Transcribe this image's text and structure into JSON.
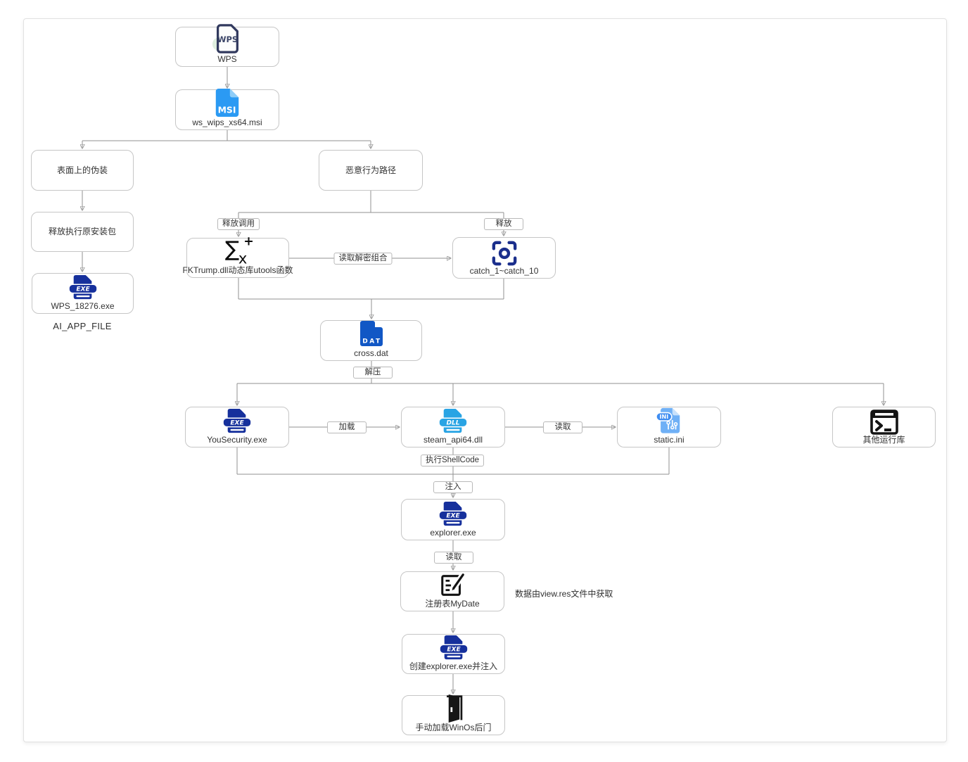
{
  "diagram": {
    "nodes": {
      "wps": {
        "label": "WPS"
      },
      "msi": {
        "label": "ws_wips_xs64.msi"
      },
      "disguise": {
        "label": "表面上的伪装"
      },
      "malicious": {
        "label": "恶意行为路径"
      },
      "release_orig": {
        "label": "释放执行原安装包"
      },
      "wps_exe": {
        "label": "WPS_18276.exe"
      },
      "fktrump": {
        "label": "FKTrump.dll动态库utools函数"
      },
      "catch": {
        "label": "catch_1~catch_10"
      },
      "cross_dat": {
        "label": "cross.dat"
      },
      "yousecurity": {
        "label": "YouSecurity.exe"
      },
      "steam_api": {
        "label": "steam_api64.dll"
      },
      "static_ini": {
        "label": "static.ini"
      },
      "other_libs": {
        "label": "其他运行库"
      },
      "explorer": {
        "label": "explorer.exe"
      },
      "registry": {
        "label": "注册表MyDate"
      },
      "create_explorer": {
        "label": "创建explorer.exe并注入"
      },
      "backdoor": {
        "label": "手动加载WinOs后门"
      }
    },
    "edge_labels": {
      "release_call": "释放调用",
      "release": "释放",
      "read_decrypt": "读取解密组合",
      "unzip": "解压",
      "load": "加载",
      "read1": "读取",
      "exec_shellcode": "执行ShellCode",
      "inject": "注入",
      "read2": "读取"
    },
    "free_texts": {
      "ai_app_file": "AI_APP_FILE",
      "note": "数据由view.res文件中获取"
    },
    "icon_texts": {
      "wps": "WPS",
      "msi": "MSI",
      "exe": "EXE",
      "dll": "DLL",
      "dat": "DAT",
      "ini": "INI",
      "sigma": "∑",
      "sigma_x": "x",
      "sigma_plus": "+"
    },
    "colors": {
      "exe_navy": "#16309c",
      "msi_blue": "#2b9af3",
      "dll_blue": "#29a4e4",
      "dat_blue": "#1157c5",
      "ini_blue": "#6fb0f6",
      "ini_badge_blue": "#3f8df1",
      "capture_navy": "#1b2f8c",
      "wps_outline_navy": "#31395e",
      "wps_halo_green": "#deeede",
      "line_gray": "#919191",
      "icon_black": "#141414"
    }
  }
}
